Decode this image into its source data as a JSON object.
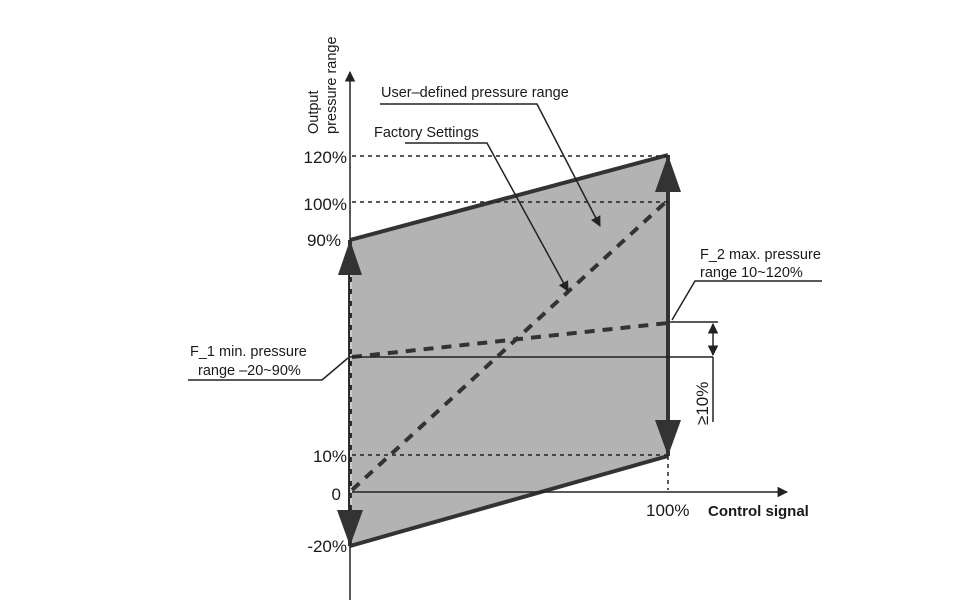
{
  "axes": {
    "y_title_line1": "Output",
    "y_title_line2": "pressure range",
    "x_percent": "100%",
    "x_title": "Control signal"
  },
  "y_ticks": {
    "t120": "120%",
    "t100": "100%",
    "t90": "90%",
    "t10": "10%",
    "t0": "0",
    "tm20": "-20%"
  },
  "annotations": {
    "user_defined": "User–defined pressure range",
    "factory": "Factory Settings",
    "f2_line1": "F_2  max. pressure",
    "f2_line2": "range 10~120%",
    "f1_line1": "F_1 min. pressure",
    "f1_line2": "range –20~90%",
    "min_gap": "≥10%"
  },
  "colors": {
    "region_fill": "#b3b3b3",
    "stroke": "#333333"
  }
}
